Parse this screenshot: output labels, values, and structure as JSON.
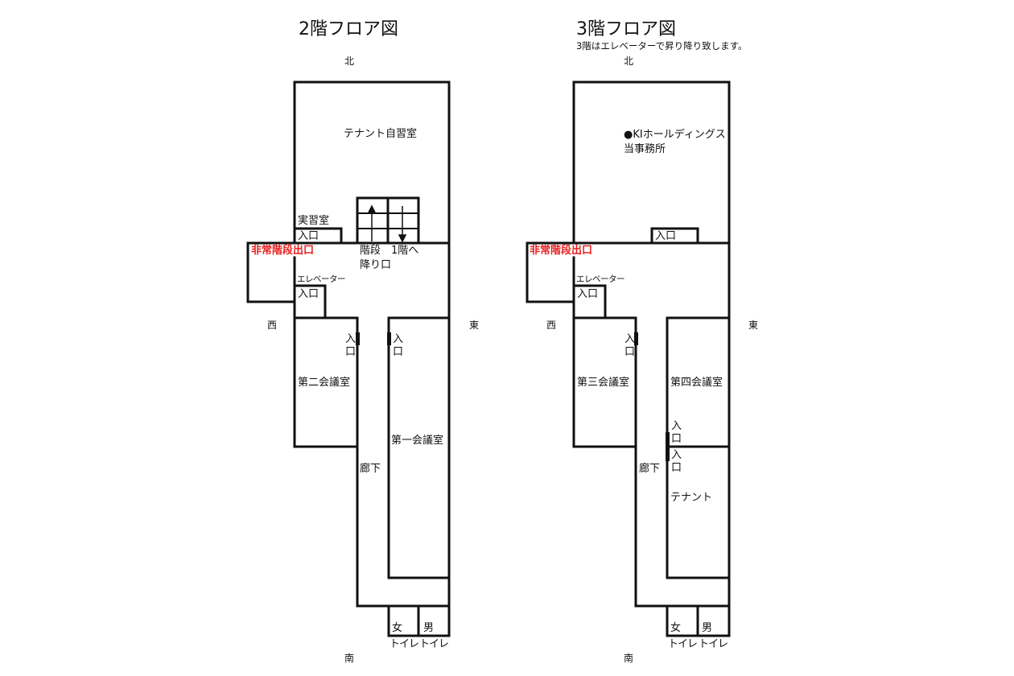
{
  "floor2": {
    "title": "2階フロア図",
    "directions": {
      "north": "北",
      "south": "南",
      "west": "西",
      "east": "東"
    },
    "rooms": {
      "tenant_study": "テナント自習室",
      "practice_room": "実習室",
      "practice_entrance": "入口",
      "emergency_exit": "非常階段出口",
      "stairs": "階段",
      "to_first_floor": "1階へ",
      "down_exit": "降り口",
      "elevator": "エレベーター",
      "elevator_entrance": "入口",
      "meeting2": "第二会議室",
      "meeting2_entrance": "入口",
      "meeting1": "第一会議室",
      "meeting1_entrance": "入口",
      "corridor": "廊下",
      "women": "女",
      "men": "男",
      "toilet": "トイレ"
    }
  },
  "floor3": {
    "title": "3階フロア図",
    "note": "3階はエレベーターで昇り降り致します。",
    "directions": {
      "north": "北",
      "south": "南",
      "west": "西",
      "east": "東"
    },
    "rooms": {
      "office": "●KIホールディングス",
      "office_sub": "当事務所",
      "office_entrance": "入口",
      "emergency_exit": "非常階段出口",
      "elevator": "エレベーター",
      "elevator_entrance": "入口",
      "meeting3": "第三会議室",
      "meeting3_entrance": "入口",
      "meeting4": "第四会議室",
      "meeting4_entrance": "入口",
      "tenant": "テナント",
      "tenant_entrance": "入口",
      "corridor": "廊下",
      "women": "女",
      "men": "男",
      "toilet": "トイレ"
    }
  },
  "colors": {
    "wall": "#111111",
    "emergency": "#e8201f"
  }
}
